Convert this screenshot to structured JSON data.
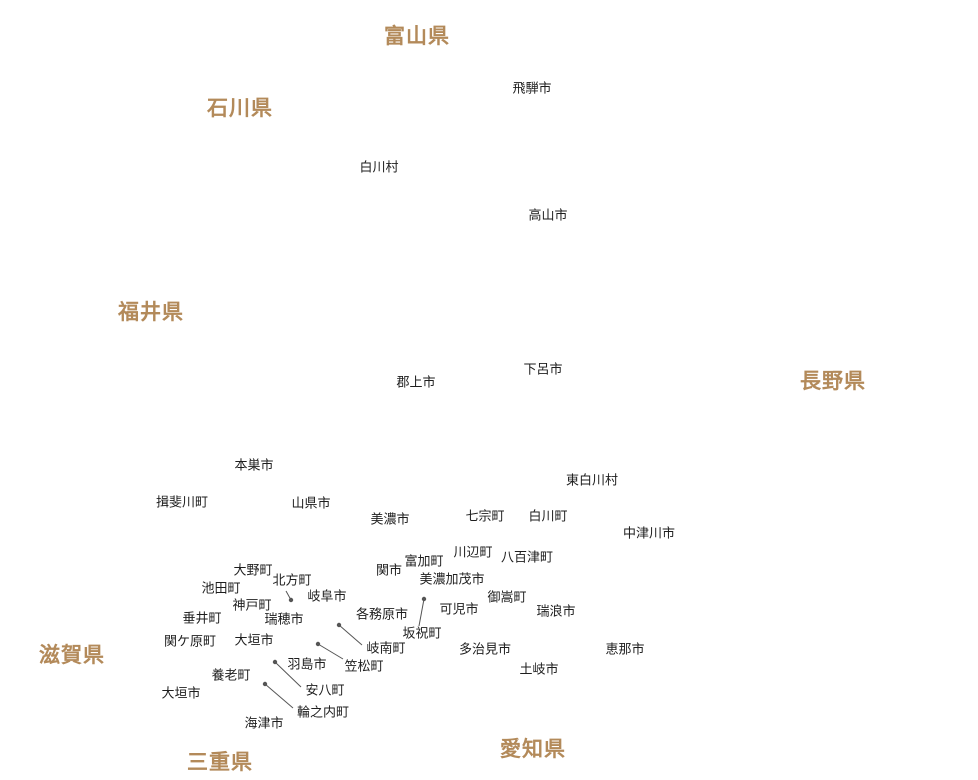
{
  "prefectures": {
    "toyama": "富山県",
    "ishikawa": "石川県",
    "fukui": "福井県",
    "nagano": "長野県",
    "shiga": "滋賀県",
    "mie": "三重県",
    "aichi": "愛知県"
  },
  "municipalities": {
    "hida": "飛騨市",
    "shirakawa_mura": "白川村",
    "takayama": "高山市",
    "gujo": "郡上市",
    "gero": "下呂市",
    "motosu": "本巣市",
    "higashishirakawa": "東白川村",
    "ibigawa": "揖斐川町",
    "yamagata": "山県市",
    "mino": "美濃市",
    "hichiso": "七宗町",
    "shirakawa_cho": "白川町",
    "nakatsugawa": "中津川市",
    "kawabe": "川辺町",
    "yaotsu": "八百津町",
    "tomika": "富加町",
    "seki": "関市",
    "minokamo": "美濃加茂市",
    "ono": "大野町",
    "kitagata": "北方町",
    "ikeda": "池田町",
    "gifu": "岐阜市",
    "mitake": "御嵩町",
    "godo": "神戸町",
    "kakamigahara": "各務原市",
    "kani": "可児市",
    "mizunami": "瑞浪市",
    "tarui": "垂井町",
    "mizuho": "瑞穂市",
    "sakahogi": "坂祝町",
    "sekigahara": "関ケ原町",
    "ogaki_a": "大垣市",
    "ginan": "岐南町",
    "tajimi": "多治見市",
    "ena": "恵那市",
    "hashima": "羽島市",
    "kasamatsu": "笠松町",
    "yoro": "養老町",
    "toki": "土岐市",
    "ogaki_b": "大垣市",
    "anpachi": "安八町",
    "wanouchi": "輪之内町",
    "kaizu": "海津市"
  },
  "colors": {
    "prefecture_label": "#b38a5a",
    "municipality_label": "#1e1e1e",
    "leader_line": "#555555",
    "background": "#ffffff"
  }
}
